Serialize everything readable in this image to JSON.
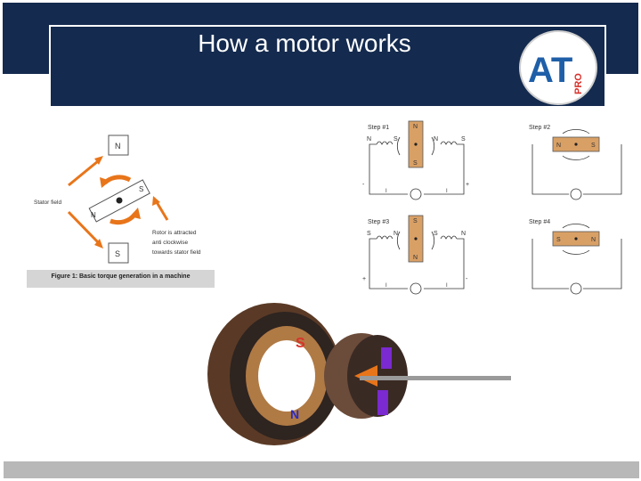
{
  "slide": {
    "title": "How a motor works",
    "colors": {
      "header": "#142a4e",
      "footer": "#b8b8b8",
      "arrow": "#e8751a"
    }
  },
  "logo": {
    "letters": "AT",
    "sub": "PRO"
  },
  "figure1": {
    "pole_top": "N",
    "pole_bottom": "S",
    "rotor_n": "N",
    "rotor_s": "S",
    "stator_label": "Stator field",
    "note_line1": "Rotor is attracted",
    "note_line2": "anti clockwise",
    "note_line3": "towards stator field",
    "caption": "Figure 1: Basic torque generation in a machine"
  },
  "steps": [
    {
      "label": "Step #1",
      "rotor_top": "N",
      "rotor_bottom": "S",
      "left_pole_outer": "N",
      "left_pole_inner": "S",
      "right_pole_inner": "N",
      "right_pole_outer": "S",
      "minus": "-",
      "plus": "+",
      "current_mark": "I"
    },
    {
      "label": "Step #2",
      "rotor_left": "N",
      "rotor_right": "S"
    },
    {
      "label": "Step #3",
      "rotor_top": "S",
      "rotor_bottom": "N",
      "left_pole_outer": "S",
      "left_pole_inner": "N",
      "right_pole_inner": "S",
      "right_pole_outer": "N",
      "minus": "+",
      "plus": "-",
      "current_mark": "I"
    },
    {
      "label": "Step #4",
      "rotor_left": "S",
      "rotor_right": "N"
    }
  ],
  "photo": {
    "pole_s": "S",
    "pole_n": "N"
  }
}
